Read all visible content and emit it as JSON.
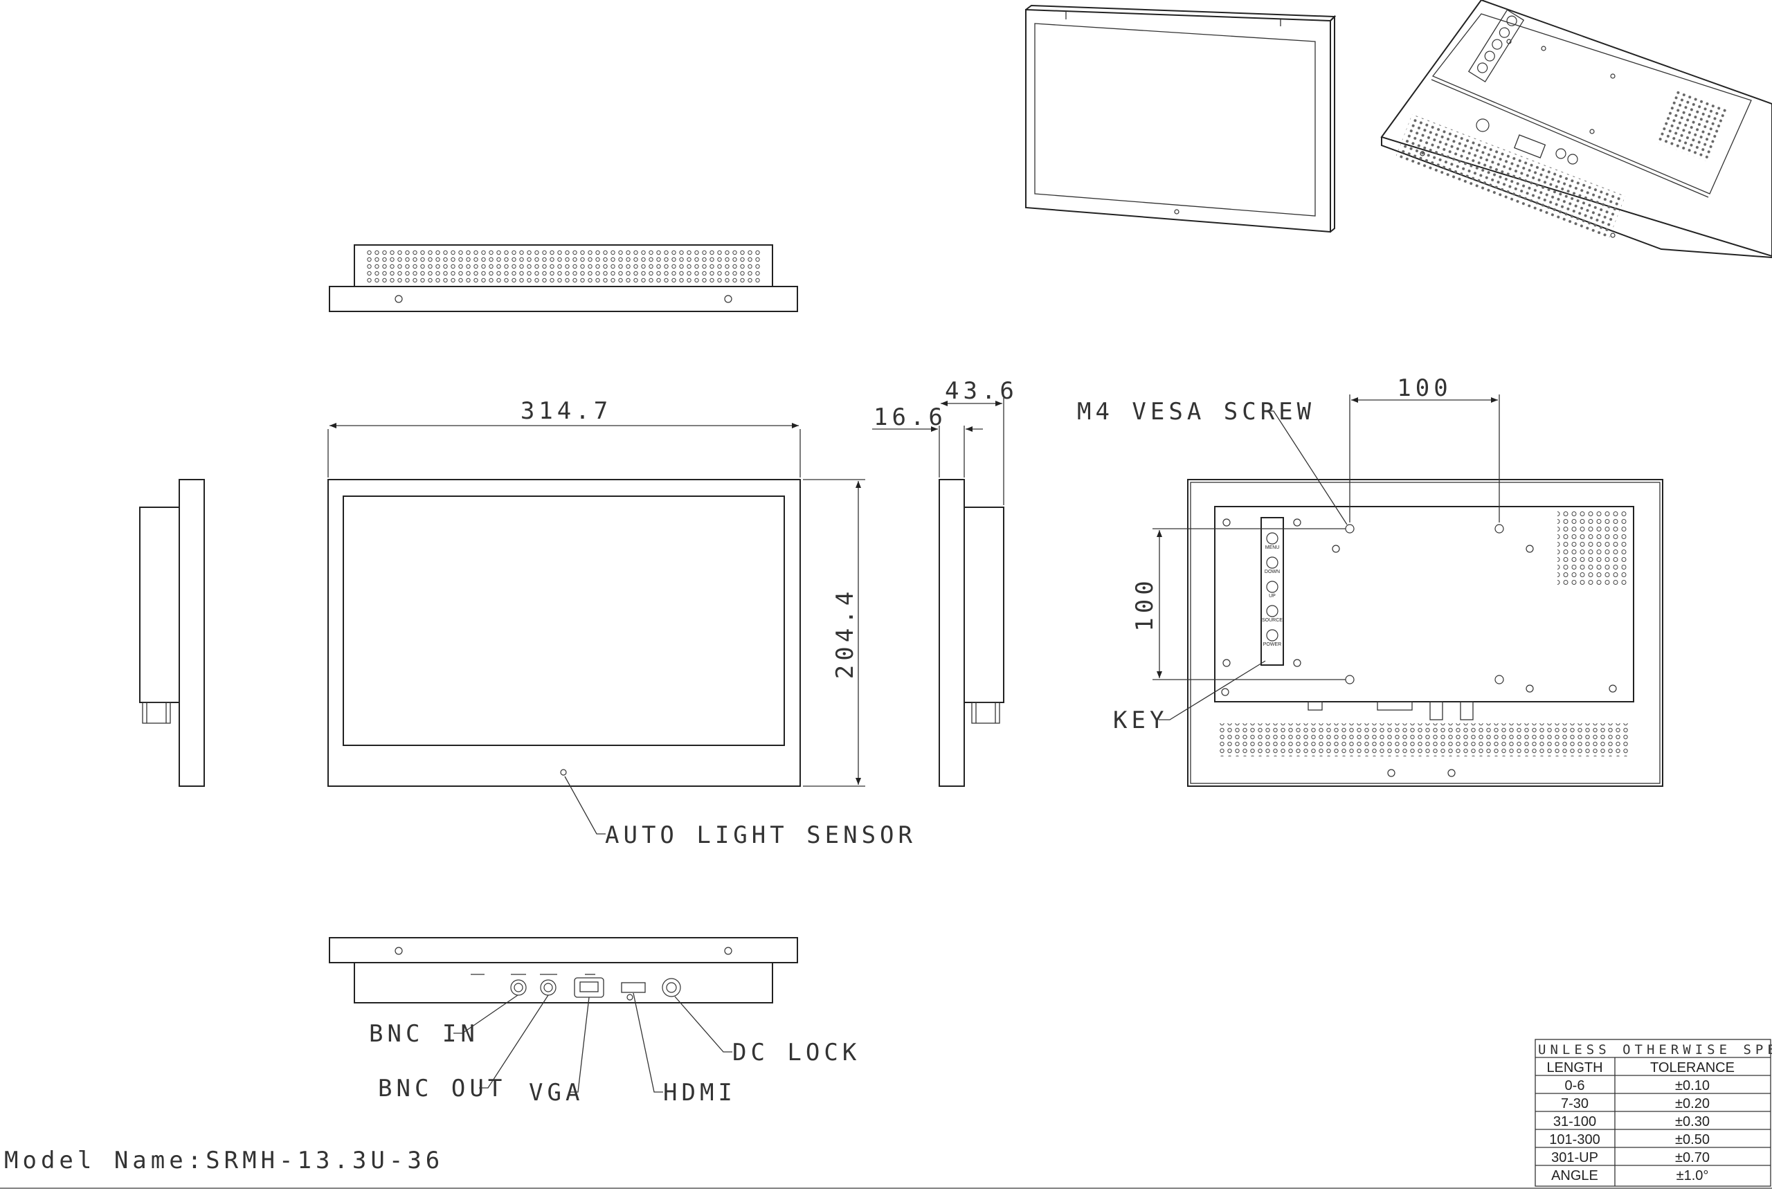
{
  "dimensions": {
    "width": "314.7",
    "height": "204.4",
    "depth_total": "43.6",
    "depth_panel": "16.6",
    "vesa_h": "100",
    "vesa_v": "100"
  },
  "callouts": {
    "vesa_screw": "M4 VESA SCREW",
    "key": "KEY",
    "auto_light_sensor": "AUTO LIGHT SENSOR",
    "bnc_in": "BNC IN",
    "bnc_out": "BNC OUT",
    "vga": "VGA",
    "hdmi": "HDMI",
    "dc_lock": "DC LOCK"
  },
  "keypad_labels": [
    "MENU",
    "DOWN",
    "UP",
    "SOURCE",
    "POWER"
  ],
  "model_name": "Model Name:SRMH-13.3U-36",
  "tolerance_table": {
    "title": "UNLESS OTHERWISE SPECIFIED",
    "headers": [
      "LENGTH",
      "TOLERANCE"
    ],
    "rows": [
      [
        "0-6",
        "±0.10"
      ],
      [
        "7-30",
        "±0.20"
      ],
      [
        "31-100",
        "±0.30"
      ],
      [
        "101-300",
        "±0.50"
      ],
      [
        "301-UP",
        "±0.70"
      ],
      [
        "ANGLE",
        "±1.0°"
      ]
    ]
  }
}
